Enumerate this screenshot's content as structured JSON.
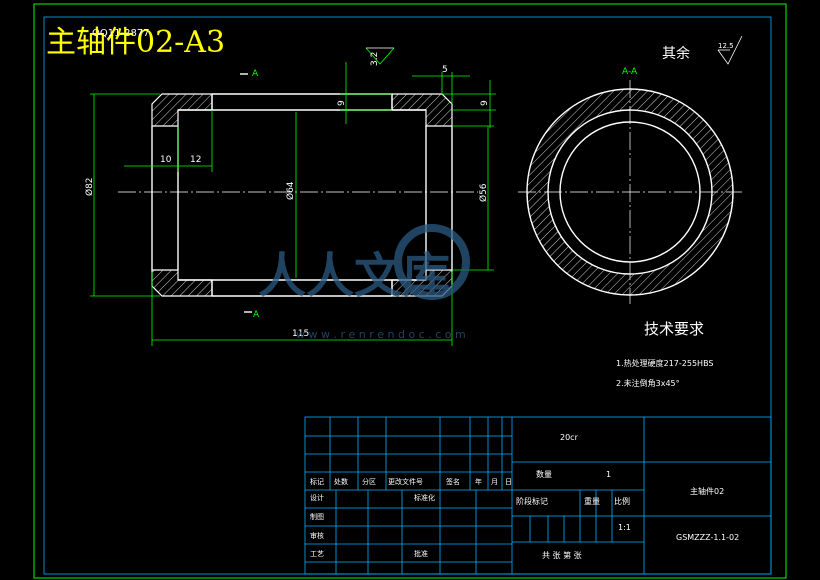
{
  "colors": {
    "background": "#000000",
    "frame": "#00ff00",
    "outline": "#ffffff",
    "dimension": "#00ff00",
    "title_block": "#00b0ff",
    "title": "#ffff00",
    "section_label": "#00ff00",
    "watermark": "#2a5a80"
  },
  "header": {
    "title": "主轴件02-A3",
    "overlay_text": "QQ11-2877"
  },
  "section": {
    "label_top": "A",
    "label_bottom": "A",
    "view_label": "A-A"
  },
  "dimensions": {
    "d82": "Ø82",
    "d64": "Ø64",
    "d56": "Ø56",
    "len115": "115",
    "step10": "10",
    "step12": "12",
    "h9_left": "9",
    "h9_right": "9",
    "c5": "5",
    "rough32": "3.2"
  },
  "roughness": {
    "remainder_label": "其余",
    "value": "12.5"
  },
  "tech_req": {
    "heading": "技术要求",
    "items": [
      "1.热处理硬度217-255HBS",
      "2.未注倒角3x45°"
    ]
  },
  "watermark": {
    "text": "人人文库",
    "url": "w w w . r e n r e n d o c . c o m"
  },
  "title_block": {
    "material": "20cr",
    "part_name": "主轴件02",
    "drawing_no": "GSMZZZ-1.1-02",
    "quantity_label": "数量",
    "quantity": "1",
    "stage_label": "阶段标记",
    "weight_label": "重量",
    "scale_label": "比例",
    "scale": "1:1",
    "sheet_text": "共 张 第 张",
    "row_headers": [
      "标记",
      "处数",
      "分区",
      "更改文件号",
      "签名",
      "年",
      "月",
      "日"
    ],
    "design_label": "设计",
    "standard_label": "标准化",
    "draw_label": "制图",
    "check_label": "审核",
    "process_label": "工艺",
    "approve_label": "批准"
  }
}
